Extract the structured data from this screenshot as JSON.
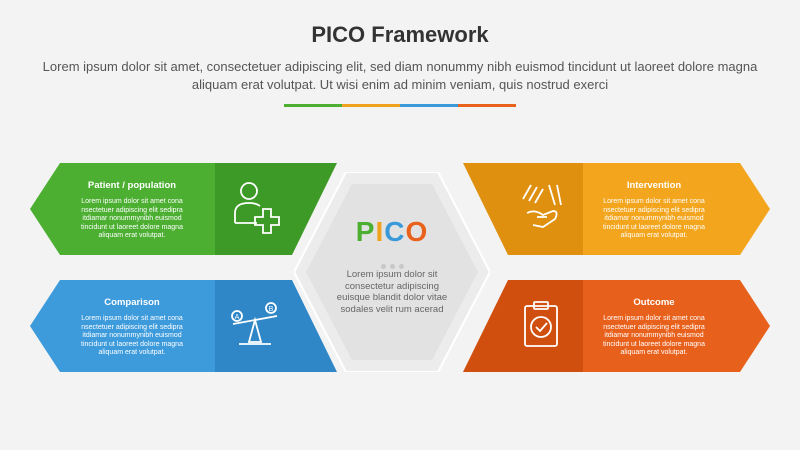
{
  "header": {
    "title": "PICO Framework",
    "subtitle": "Lorem ipsum dolor sit amet, consectetuer adipiscing elit, sed diam nonummy nibh euismod tincidunt ut laoreet dolore magna aliquam erat volutpat. Ut wisi enim ad minim veniam, quis nostrud exerci"
  },
  "divider_colors": [
    "#4caf32",
    "#f0a21c",
    "#3a9ad9",
    "#e8621c"
  ],
  "center": {
    "letters": [
      {
        "char": "P",
        "color": "#4caf32"
      },
      {
        "char": "I",
        "color": "#f0a21c"
      },
      {
        "char": "C",
        "color": "#3a9ad9"
      },
      {
        "char": "O",
        "color": "#e8621c"
      }
    ],
    "body": "Lorem ipsum dolor sit consectetur adipiscing euisque blandit dolor vitae sodales velit rum acerad"
  },
  "cards": {
    "patient": {
      "title": "Patient / population",
      "body": "Lorem ipsum dolor sit amet cona nsectetuer adipiscing elit sedipra itdiamar nonummynibh euismod tincidunt ut laoreet dolore magna aliquam erat volutpat.",
      "icon": "person-plus-icon",
      "color": "#4caf32",
      "dark": "#3e9a27"
    },
    "intervention": {
      "title": "Intervention",
      "body": "Lorem ipsum dolor sit amet cona nsectetuer adipiscing elit sedipra itdiamar nonummynibh euismod tincidunt ut laoreet dolore magna aliquam erat volutpat.",
      "icon": "hand-pills-icon",
      "color": "#f3a51d",
      "dark": "#e0900f"
    },
    "comparison": {
      "title": "Comparison",
      "body": "Lorem ipsum dolor sit amet cona nsectetuer adipiscing elit sedipra itdiamar nonummynibh euismod tincidunt ut laoreet dolore magna aliquam erat volutpat.",
      "icon": "seesaw-ab-icon",
      "color": "#3d9bdc",
      "dark": "#2f87c7"
    },
    "outcome": {
      "title": "Outcome",
      "body": "Lorem ipsum dolor sit amet cona nsectetuer adipiscing elit sedipra itdiamar nonummynibh euismod tincidunt ut laoreet dolore magna aliquam erat volutpat.",
      "icon": "clipboard-check-icon",
      "color": "#e8611c",
      "dark": "#d04f0e"
    }
  }
}
